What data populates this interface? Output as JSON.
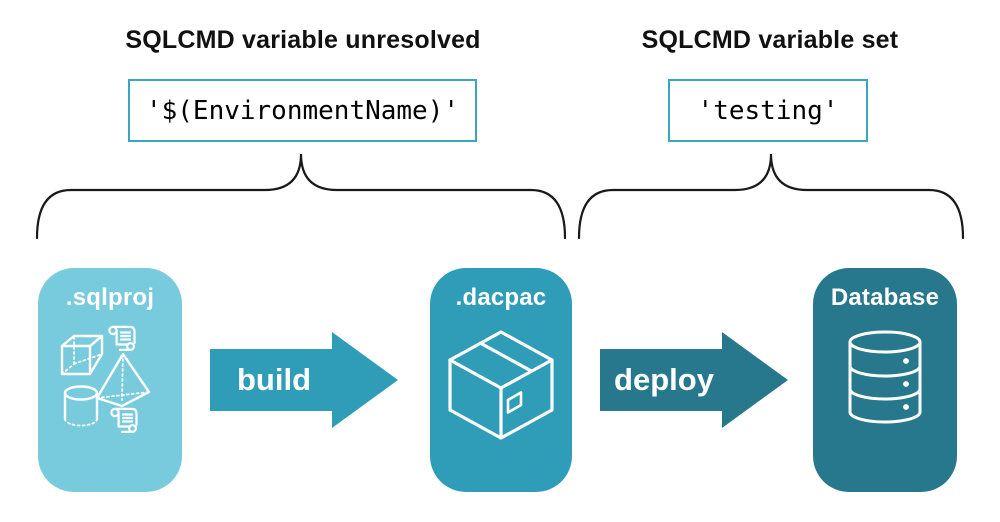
{
  "diagram": {
    "annotations": [
      {
        "heading": "SQLCMD variable unresolved",
        "code": "'$(EnvironmentName)'"
      },
      {
        "heading": "SQLCMD variable set",
        "code": "'testing'"
      }
    ],
    "nodes": [
      {
        "label": ".sqlproj",
        "icon": "sql-project-objects-icon",
        "color": "#78CBDC"
      },
      {
        "label": ".dacpac",
        "icon": "package-box-icon",
        "color": "#2F9DB8"
      },
      {
        "label": "Database",
        "icon": "database-cylinder-icon",
        "color": "#27788C"
      }
    ],
    "arrows": [
      {
        "label": "build",
        "color": "#2F9DB8"
      },
      {
        "label": "deploy",
        "color": "#27788C"
      }
    ],
    "colors": {
      "background": "#FFFFFF",
      "code_box_border": "#3BA6C0",
      "brace": "#1A1A1A",
      "heading_text": "#111111",
      "code_text": "#000000",
      "node_label_text": "#FFFFFF",
      "arrow_label_text": "#FFFFFF"
    }
  }
}
